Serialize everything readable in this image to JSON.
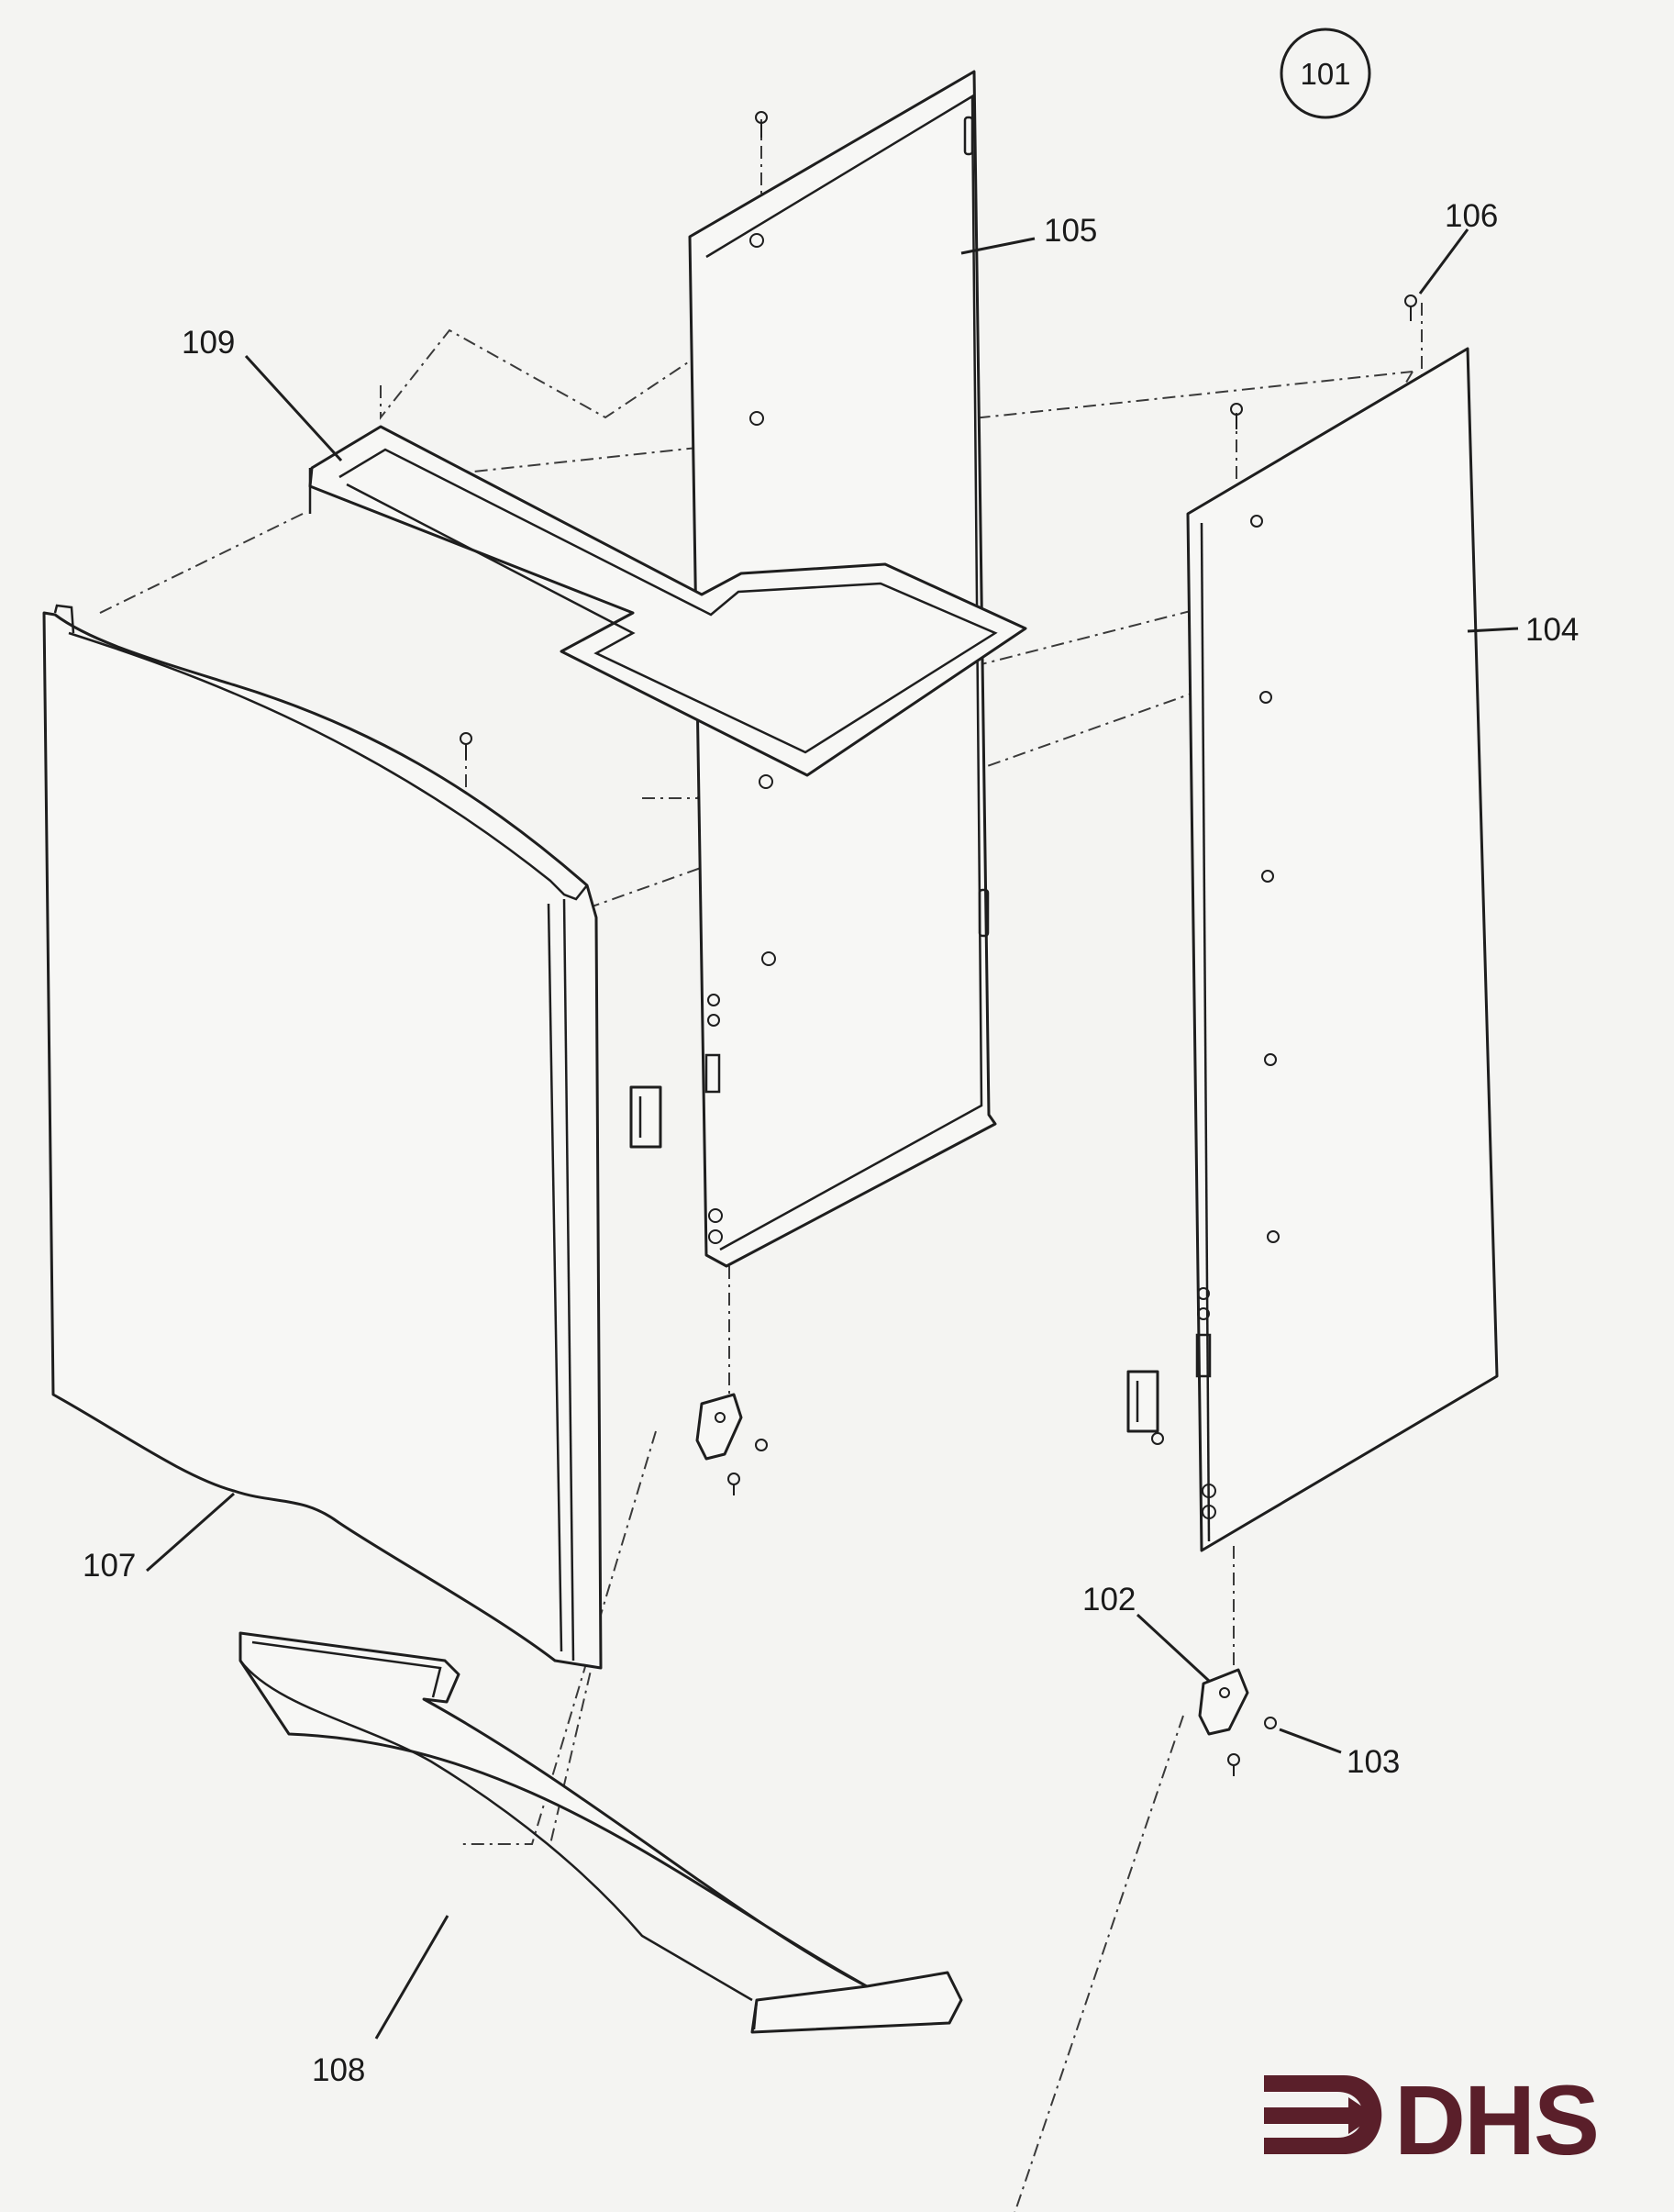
{
  "diagram": {
    "callout": "101",
    "labels": {
      "p102": "102",
      "p103": "103",
      "p104": "104",
      "p105": "105",
      "p106": "106",
      "p107": "107",
      "p108": "108",
      "p109": "109"
    }
  },
  "logo": {
    "text": "DHS",
    "color": "#5a1f2a"
  },
  "colors": {
    "line": "#1e1e1e",
    "paper": "#f4f4f2"
  }
}
